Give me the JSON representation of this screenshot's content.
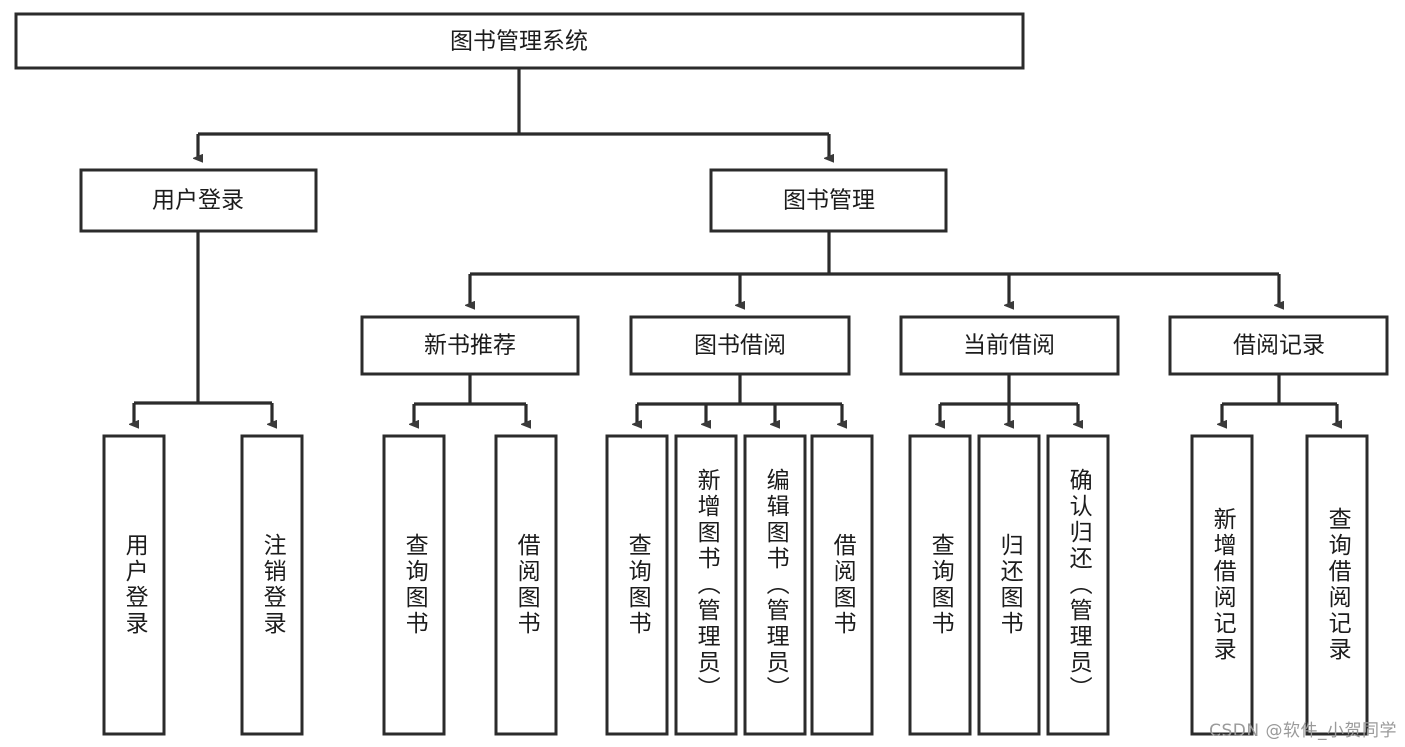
{
  "diagram": {
    "title": "图书管理系统",
    "watermark": "CSDN @软件_小贺同学",
    "type": "tree-hierarchy-diagram",
    "root": {
      "id": "root",
      "label": "图书管理系统",
      "orientation": "horizontal"
    },
    "level2": [
      {
        "id": "user-login",
        "label": "用户登录",
        "orientation": "horizontal"
      },
      {
        "id": "book-manage",
        "label": "图书管理",
        "orientation": "horizontal"
      }
    ],
    "level3": [
      {
        "id": "new-book-recommend",
        "label": "新书推荐",
        "orientation": "horizontal",
        "parent": "book-manage"
      },
      {
        "id": "book-borrow",
        "label": "图书借阅",
        "orientation": "horizontal",
        "parent": "book-manage"
      },
      {
        "id": "current-borrow",
        "label": "当前借阅",
        "orientation": "horizontal",
        "parent": "book-manage"
      },
      {
        "id": "borrow-record",
        "label": "借阅记录",
        "orientation": "horizontal",
        "parent": "book-manage"
      }
    ],
    "leaves": {
      "user-login": [
        {
          "id": "leaf-user-login",
          "label": "用户登录"
        },
        {
          "id": "leaf-user-logout",
          "label": "注销登录"
        }
      ],
      "new-book-recommend": [
        {
          "id": "leaf-query-book-1",
          "label": "查询图书"
        },
        {
          "id": "leaf-borrow-book-1",
          "label": "借阅图书"
        }
      ],
      "book-borrow": [
        {
          "id": "leaf-query-book-2",
          "label": "查询图书"
        },
        {
          "id": "leaf-add-book",
          "label": "新增图书（管理员）"
        },
        {
          "id": "leaf-edit-book",
          "label": "编辑图书（管理员）"
        },
        {
          "id": "leaf-borrow-book-2",
          "label": "借阅图书"
        }
      ],
      "current-borrow": [
        {
          "id": "leaf-query-book-3",
          "label": "查询图书"
        },
        {
          "id": "leaf-return-book",
          "label": "归还图书"
        },
        {
          "id": "leaf-confirm-return",
          "label": "确认归还（管理员）"
        }
      ],
      "borrow-record": [
        {
          "id": "leaf-add-record",
          "label": "新增借阅记录"
        },
        {
          "id": "leaf-query-record",
          "label": "查询借阅记录"
        }
      ]
    },
    "colors": {
      "box_stroke": "#2b2b2b",
      "box_fill": "#ffffff",
      "connector": "#2b2b2b",
      "text": "#1c1c1c",
      "watermark": "#9a9a9a",
      "background": "#ffffff"
    }
  }
}
